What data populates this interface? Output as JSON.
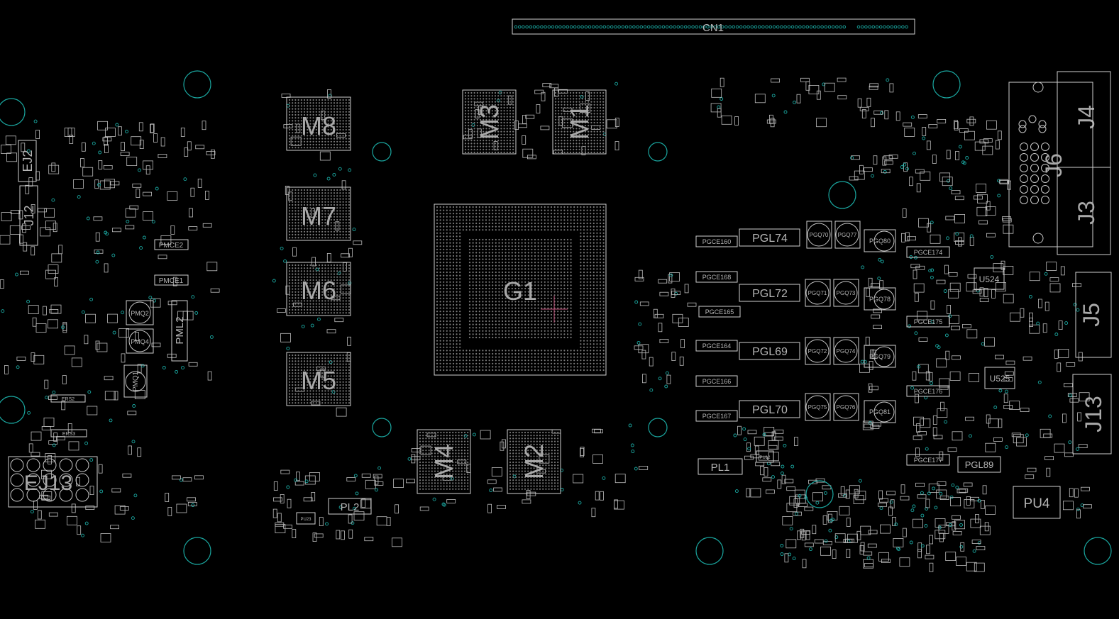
{
  "viewer": {
    "background": "#000000",
    "outline_color": "#cfcfcf",
    "hole_color": "#1aa7a0",
    "cursor_color": "#c0507a"
  },
  "labels": {
    "connector": "CN1",
    "gpu": "G1",
    "mem_m8": "M8",
    "mem_m7": "M7",
    "mem_m6": "M6",
    "mem_m5": "M5",
    "mem_m3": "M3",
    "mem_m1": "M1",
    "mem_m4": "M4",
    "mem_m2": "M2",
    "j4": "J4",
    "j6": "J6",
    "j3": "J3",
    "j5": "J5",
    "j13": "J13",
    "j12": "J12",
    "ej2": "EJ2",
    "ej13": "EJ13",
    "pgl74": "PGL74",
    "pgl72": "PGL72",
    "pgl69": "PGL69",
    "pgl70": "PGL70",
    "pgl89": "PGL89",
    "pl1": "PL1",
    "pl2": "PL2",
    "pu4": "PU4",
    "pml2": "PML2",
    "pmq1": "PMQ1",
    "pmq2": "PMQ2",
    "pmq4": "PMQ4",
    "pmce2": "PMCE2",
    "pmce1": "PMCE1",
    "u524": "U524",
    "u525": "U525",
    "pgce160": "PGCE160",
    "pgce168": "PGCE168",
    "pgce165": "PGCE165",
    "pgce164": "PGCE164",
    "pgce166": "PGCE166",
    "pgce167": "PGCE167",
    "pgce174": "PGCE174",
    "pgce175": "PGCE175",
    "pgce176": "PGCE176",
    "pgce177": "PGCE177",
    "pgq70": "PGQ70",
    "pgq77": "PGQ77",
    "pgq80": "PGQ80",
    "pgq71": "PGQ71",
    "pgq73": "PGQ73",
    "pgq78": "PGQ78",
    "pgq72": "PGQ72",
    "pgq74": "PGQ74",
    "pgq79": "PGQ79",
    "pgq75": "PGQ75",
    "pgq76": "PGQ76",
    "pgq81": "PGQ81",
    "ers2": "ERS2",
    "ers3": "ERS3",
    "pu12": "PU12",
    "pu23": "PU23"
  }
}
